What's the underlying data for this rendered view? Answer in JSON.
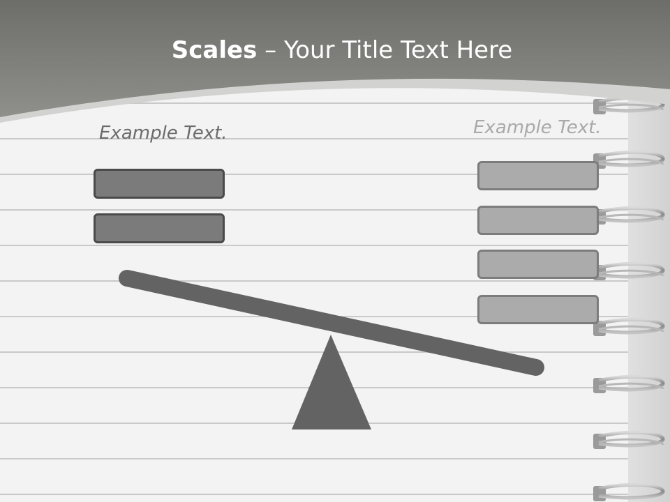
{
  "header": {
    "title_bold": "Scales",
    "title_rest": " – Your Title Text Here"
  },
  "left_side": {
    "label": "Example Text.",
    "box_count": 2
  },
  "right_side": {
    "label": "Example Text.",
    "box_count": 4
  },
  "colors": {
    "header_band": "#7a7a76",
    "beam": "#636363",
    "fulcrum": "#636363",
    "left_box_fill": "#7b7b7b",
    "right_box_fill": "#ababab"
  }
}
